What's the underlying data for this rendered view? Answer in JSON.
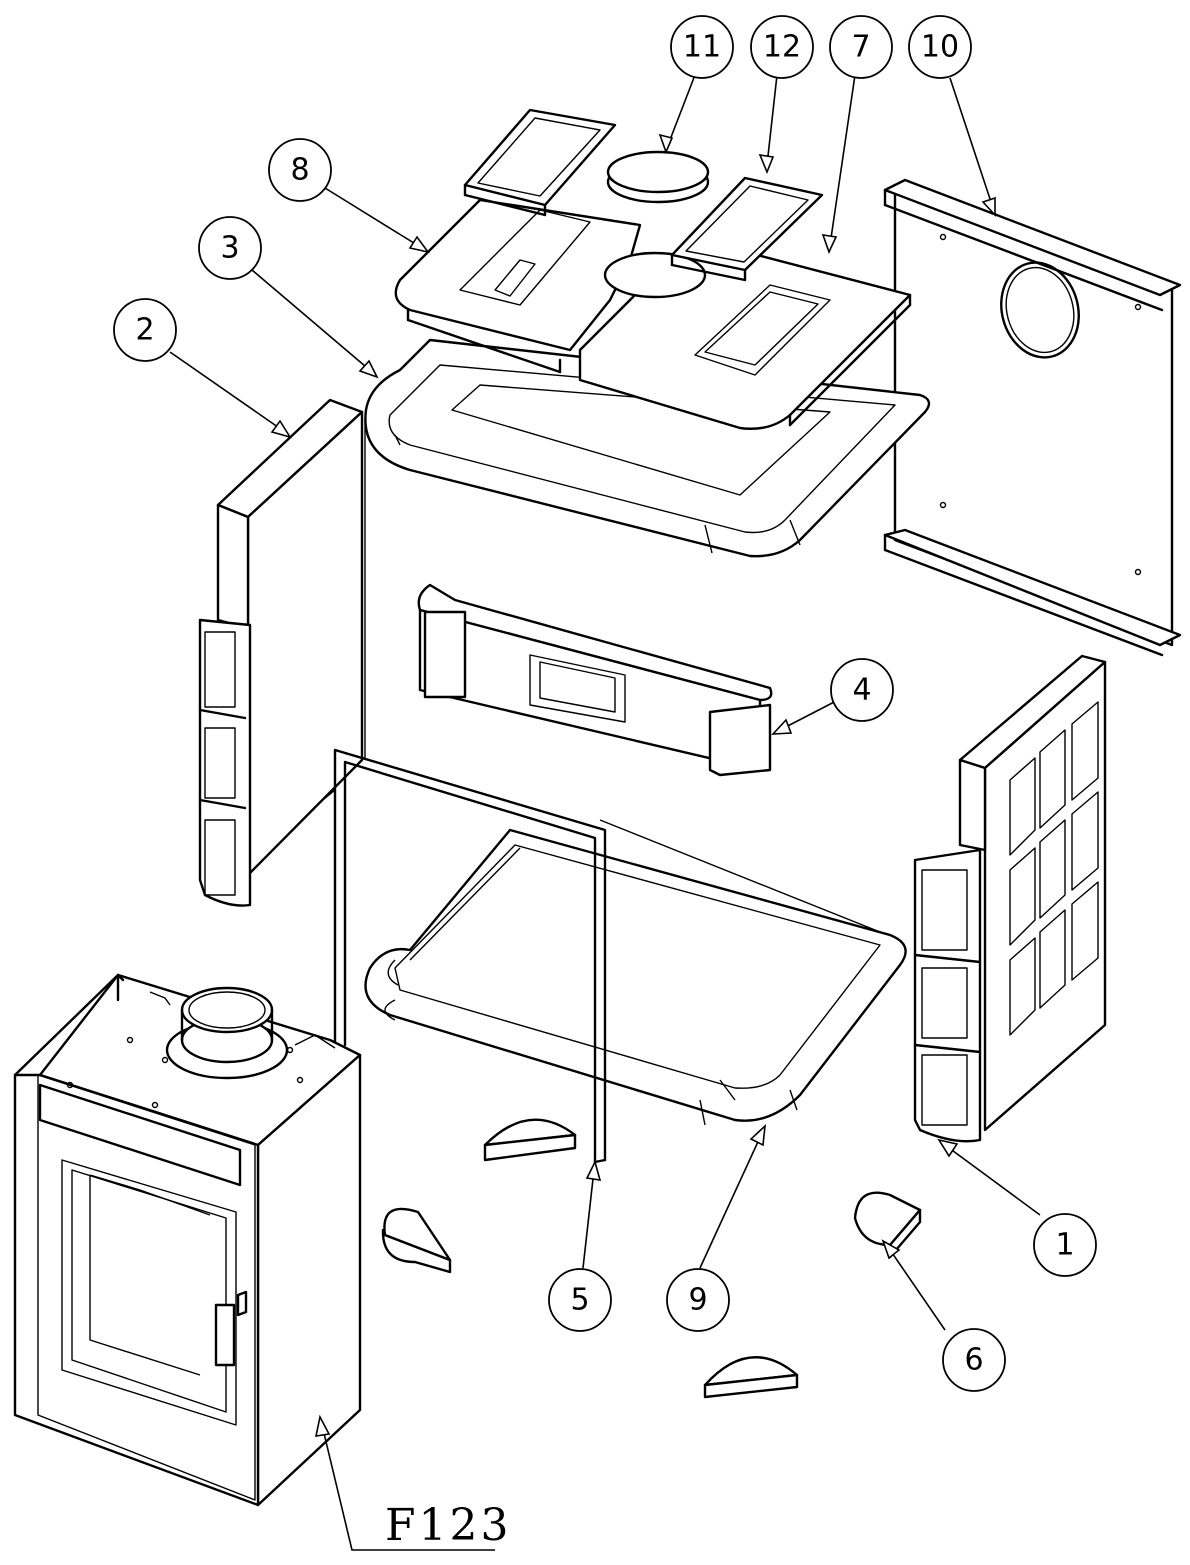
{
  "model_label": "F123",
  "callouts": [
    {
      "id": "1",
      "label": "1"
    },
    {
      "id": "2",
      "label": "2"
    },
    {
      "id": "3",
      "label": "3"
    },
    {
      "id": "4",
      "label": "4"
    },
    {
      "id": "5",
      "label": "5"
    },
    {
      "id": "6",
      "label": "6"
    },
    {
      "id": "7",
      "label": "7"
    },
    {
      "id": "8",
      "label": "8"
    },
    {
      "id": "9",
      "label": "9"
    },
    {
      "id": "10",
      "label": "10"
    },
    {
      "id": "11",
      "label": "11"
    },
    {
      "id": "12",
      "label": "12"
    }
  ]
}
